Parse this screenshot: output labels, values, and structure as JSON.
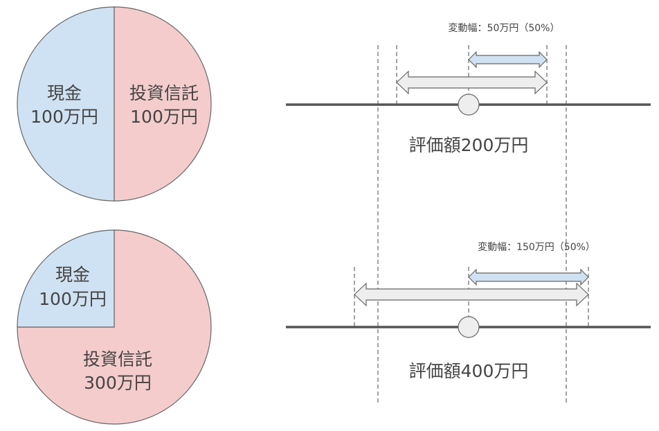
{
  "colors": {
    "cash": "#cfe2f3",
    "fund": "#f4cccc",
    "stroke": "#666666",
    "arrow_gray": "#eeeeee",
    "arrow_blue": "#cfe2f3"
  },
  "top": {
    "cash_label": "現金",
    "cash_value": "100万円",
    "fund_label": "投資信託",
    "fund_value": "100万円",
    "cash_share": 0.5,
    "variation_label": "変動幅：50万円（50%）",
    "valuation_label": "評価額200万円"
  },
  "bottom": {
    "cash_label": "現金",
    "cash_value": "100万円",
    "fund_label": "投資信託",
    "fund_value": "300万円",
    "cash_share": 0.25,
    "variation_label": "変動幅：150万円（50%）",
    "valuation_label": "評価額400万円"
  }
}
